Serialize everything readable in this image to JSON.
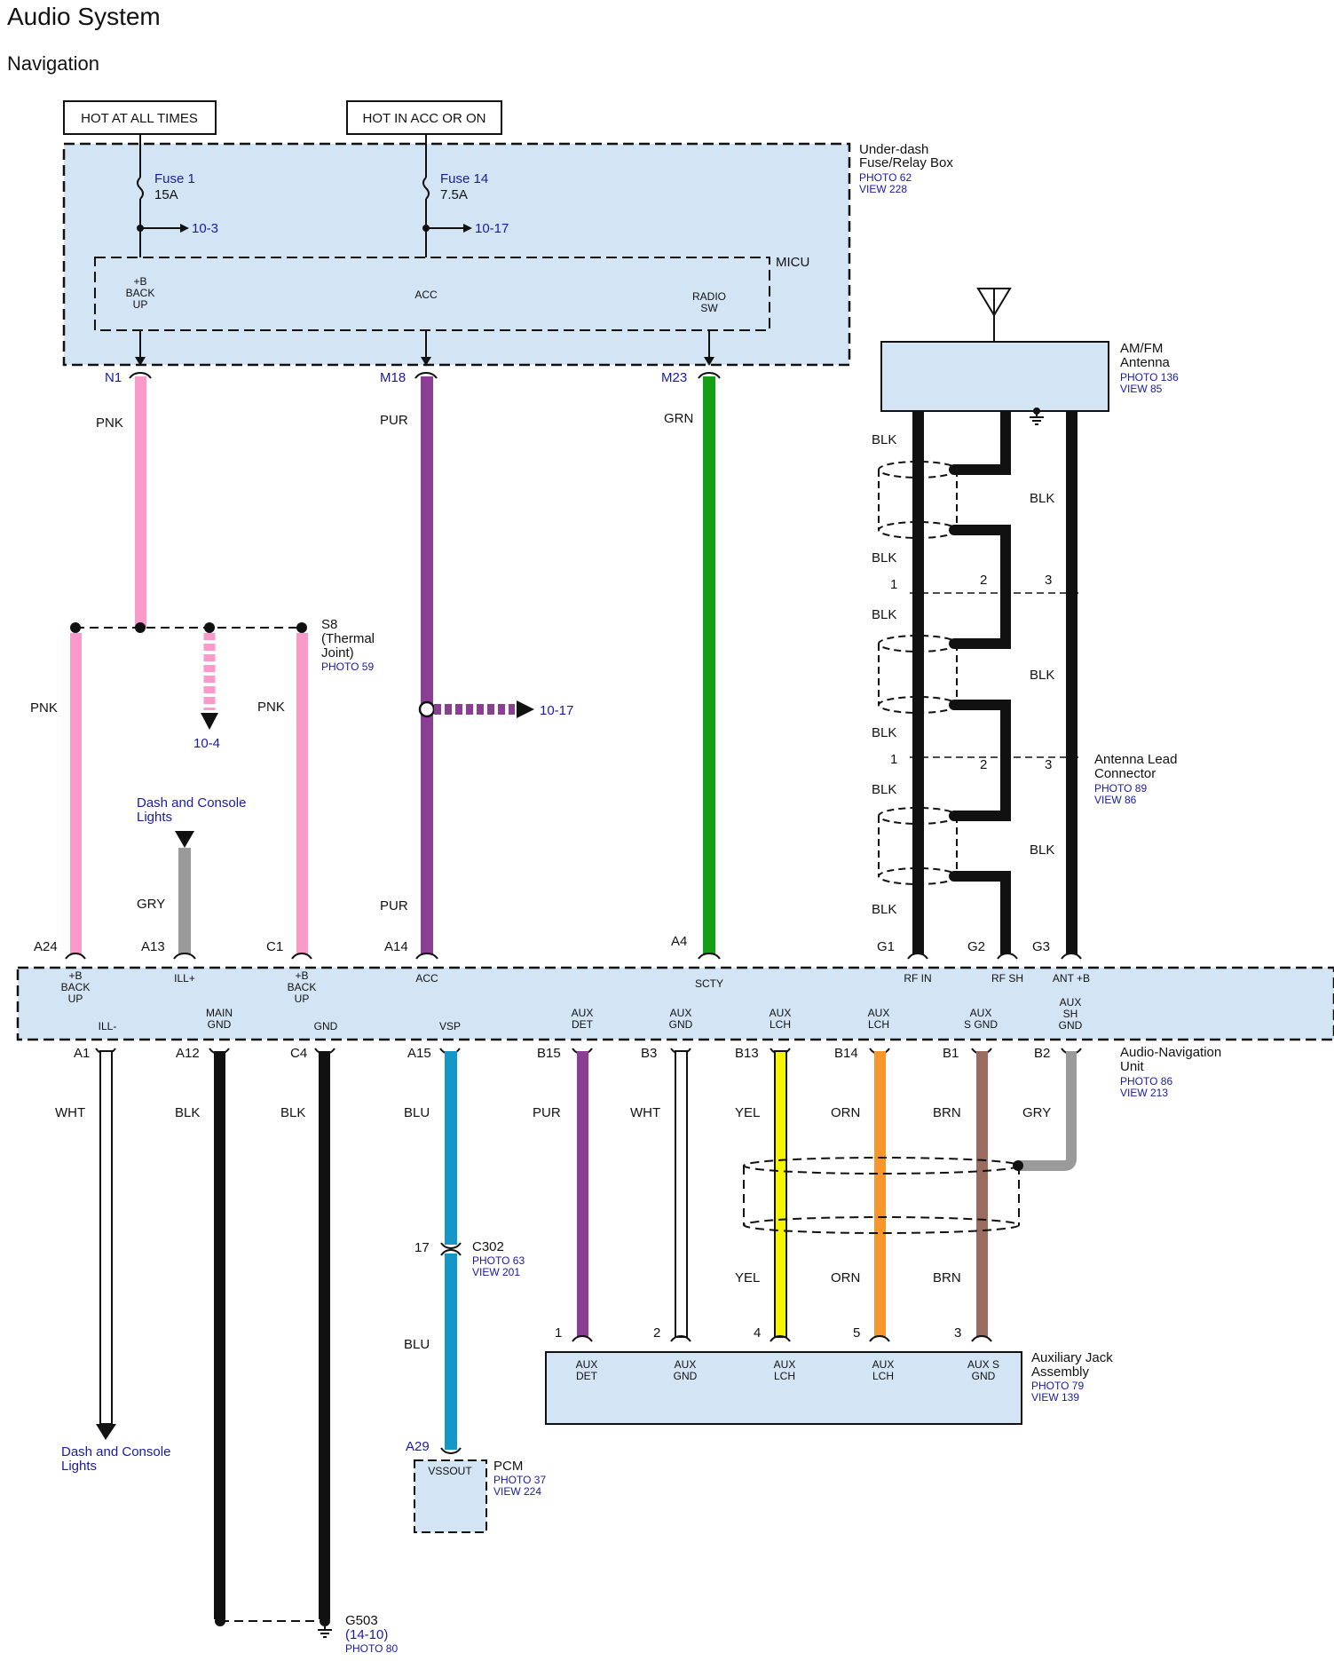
{
  "header": {
    "title": "Audio System",
    "subtitle": "Navigation"
  },
  "power": {
    "hot_all": "HOT AT ALL TIMES",
    "hot_acc": "HOT IN ACC OR ON"
  },
  "fuse_box": {
    "name": "Under-dash Fuse/Relay Box",
    "photo": "PHOTO 62",
    "view": "VIEW 228",
    "fuse1_name": "Fuse 1",
    "fuse1_rating": "15A",
    "fuse1_ref": "10-3",
    "fuse14_name": "Fuse 14",
    "fuse14_rating": "7.5A",
    "fuse14_ref": "10-17",
    "micu": "MICU",
    "micu_backup": "+B BACK UP",
    "micu_acc": "ACC",
    "micu_radio": "RADIO SW",
    "pins": [
      "N1",
      "M18",
      "M23"
    ]
  },
  "antenna": {
    "name": "AM/FM Antenna",
    "photo": "PHOTO 136",
    "view": "VIEW 85",
    "lead_connector": "Antenna Lead Connector",
    "lead_photo": "PHOTO 89",
    "lead_view": "VIEW 86",
    "pin_numbers": [
      "1",
      "2",
      "3"
    ]
  },
  "wires": {
    "pnk": "PNK",
    "pur": "PUR",
    "grn": "GRN",
    "blk": "BLK",
    "gry": "GRY",
    "wht": "WHT",
    "blu": "BLU",
    "yel": "YEL",
    "orn": "ORN",
    "brn": "BRN"
  },
  "splice": {
    "name": "S8 (Thermal Joint)",
    "photo": "PHOTO 59",
    "ref_left": "10-4",
    "ref_right": "10-17"
  },
  "dash_lights": "Dash and Console Lights",
  "audio_unit": {
    "name": "Audio-Navigation Unit",
    "photo": "PHOTO 86",
    "view": "VIEW 213",
    "top_pins": [
      "A24",
      "A13",
      "C1",
      "A14",
      "A4",
      "G1",
      "G2",
      "G3"
    ],
    "top_labels": [
      "+B BACK UP",
      "ILL+",
      "+B BACK UP",
      "ACC",
      "SCTY",
      "RF IN",
      "RF SH",
      "ANT +B"
    ],
    "bottom_labels": [
      "ILL-",
      "MAIN GND",
      "GND",
      "VSP",
      "AUX DET",
      "AUX GND",
      "AUX LCH",
      "AUX LCH",
      "AUX S GND",
      "AUX SH GND"
    ],
    "bottom_pins": [
      "A1",
      "A12",
      "C4",
      "A15",
      "B15",
      "B3",
      "B13",
      "B14",
      "B1",
      "B2"
    ]
  },
  "c302": {
    "name": "C302",
    "pin": "17",
    "photo": "PHOTO 63",
    "view": "VIEW 201"
  },
  "pcm": {
    "name": "PCM",
    "pin": "A29",
    "label": "VSSOUT",
    "photo": "PHOTO 37",
    "view": "VIEW 224"
  },
  "aux_jack": {
    "name": "Auxiliary Jack Assembly",
    "photo": "PHOTO 79",
    "view": "VIEW 139",
    "pins": [
      "1",
      "2",
      "4",
      "5",
      "3"
    ],
    "labels": [
      "AUX DET",
      "AUX GND",
      "AUX LCH",
      "AUX LCH",
      "AUX S GND"
    ]
  },
  "ground": {
    "name": "G503",
    "ref": "(14-10)",
    "photo": "PHOTO 80"
  },
  "colors": {
    "box_fill": "#d3e4f4",
    "pnk": "#f99acb",
    "pur": "#8b3f93",
    "grn": "#169e16",
    "gry": "#9a9a9a",
    "blu": "#1596c8",
    "yel": "#f5f500",
    "orn": "#f8952b",
    "brn": "#9a6b61",
    "link": "#1a1aa0"
  }
}
